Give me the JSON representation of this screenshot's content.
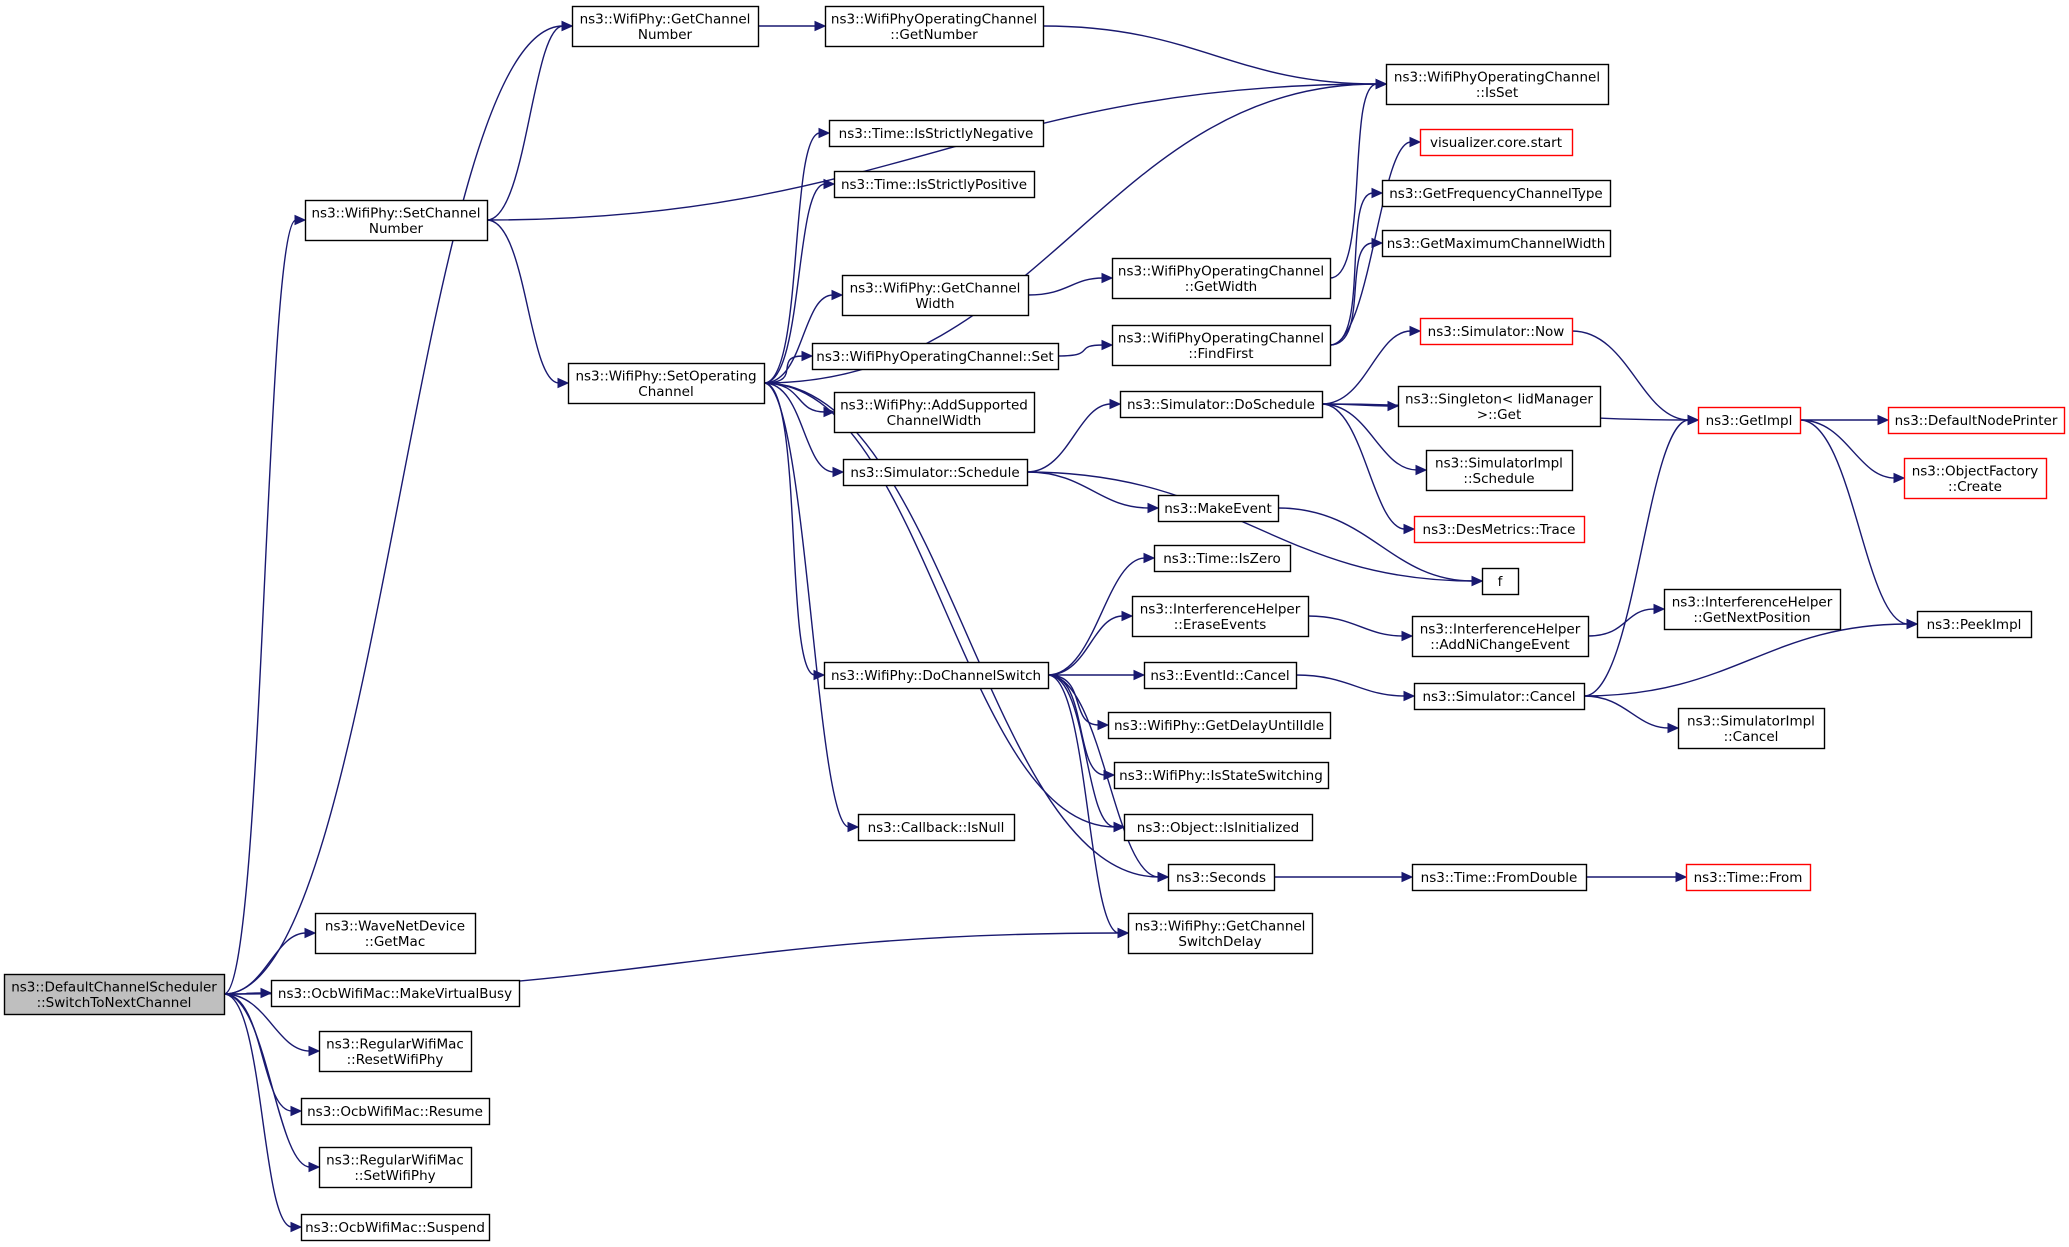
{
  "title": "",
  "colors": {
    "edge": "#191970",
    "node_border": "#000000",
    "truncated_border": "#ff0000",
    "root_fill": "#bfbfbf",
    "node_fill": "#ffffff"
  },
  "nodes": [
    {
      "id": "root",
      "lines": [
        "ns3::DefaultChannelScheduler",
        "::SwitchToNextChannel"
      ],
      "style": "root"
    },
    {
      "id": "getChannelNumber",
      "lines": [
        "ns3::WifiPhy::GetChannel",
        "Number"
      ]
    },
    {
      "id": "opGetNumber",
      "lines": [
        "ns3::WifiPhyOperatingChannel",
        "::GetNumber"
      ]
    },
    {
      "id": "opIsSet",
      "lines": [
        "ns3::WifiPhyOperatingChannel",
        "::IsSet"
      ]
    },
    {
      "id": "setChannelNumber",
      "lines": [
        "ns3::WifiPhy::SetChannel",
        "Number"
      ]
    },
    {
      "id": "isStrictlyNegative",
      "lines": [
        "ns3::Time::IsStrictlyNegative"
      ]
    },
    {
      "id": "isStrictlyPositive",
      "lines": [
        "ns3::Time::IsStrictlyPositive"
      ]
    },
    {
      "id": "visualizer",
      "lines": [
        "visualizer.core.start"
      ],
      "style": "truncated"
    },
    {
      "id": "getFreqType",
      "lines": [
        "ns3::GetFrequencyChannelType"
      ]
    },
    {
      "id": "getMaxWidth",
      "lines": [
        "ns3::GetMaximumChannelWidth"
      ]
    },
    {
      "id": "getChannelWidth",
      "lines": [
        "ns3::WifiPhy::GetChannel",
        "Width"
      ]
    },
    {
      "id": "opGetWidth",
      "lines": [
        "ns3::WifiPhyOperatingChannel",
        "::GetWidth"
      ]
    },
    {
      "id": "simNow",
      "lines": [
        "ns3::Simulator::Now"
      ],
      "style": "truncated"
    },
    {
      "id": "setOperatingChannel",
      "lines": [
        "ns3::WifiPhy::SetOperating",
        "Channel"
      ]
    },
    {
      "id": "opSet",
      "lines": [
        "ns3::WifiPhyOperatingChannel::Set"
      ]
    },
    {
      "id": "opFindFirst",
      "lines": [
        "ns3::WifiPhyOperatingChannel",
        "::FindFirst"
      ]
    },
    {
      "id": "getImpl",
      "lines": [
        "ns3::GetImpl"
      ],
      "style": "truncated"
    },
    {
      "id": "defaultNodePrinter",
      "lines": [
        "ns3::DefaultNodePrinter"
      ],
      "style": "truncated"
    },
    {
      "id": "addSupportedWidth",
      "lines": [
        "ns3::WifiPhy::AddSupported",
        "ChannelWidth"
      ]
    },
    {
      "id": "doSchedule",
      "lines": [
        "ns3::Simulator::DoSchedule"
      ]
    },
    {
      "id": "singletonGet",
      "lines": [
        "ns3::Singleton< IidManager",
        ">::Get"
      ]
    },
    {
      "id": "objectFactoryCreate",
      "lines": [
        "ns3::ObjectFactory",
        "::Create"
      ],
      "style": "truncated"
    },
    {
      "id": "simSchedule",
      "lines": [
        "ns3::Simulator::Schedule"
      ]
    },
    {
      "id": "makeEvent",
      "lines": [
        "ns3::MakeEvent"
      ]
    },
    {
      "id": "simImplSchedule",
      "lines": [
        "ns3::SimulatorImpl",
        "::Schedule"
      ]
    },
    {
      "id": "desMetricsTrace",
      "lines": [
        "ns3::DesMetrics::Trace"
      ],
      "style": "truncated"
    },
    {
      "id": "isZero",
      "lines": [
        "ns3::Time::IsZero"
      ]
    },
    {
      "id": "f",
      "lines": [
        "f"
      ]
    },
    {
      "id": "eraseEvents",
      "lines": [
        "ns3::InterferenceHelper",
        "::EraseEvents"
      ]
    },
    {
      "id": "addNiChange",
      "lines": [
        "ns3::InterferenceHelper",
        "::AddNiChangeEvent"
      ]
    },
    {
      "id": "getNextPos",
      "lines": [
        "ns3::InterferenceHelper",
        "::GetNextPosition"
      ]
    },
    {
      "id": "peekImpl",
      "lines": [
        "ns3::PeekImpl"
      ]
    },
    {
      "id": "doChannelSwitch",
      "lines": [
        "ns3::WifiPhy::DoChannelSwitch"
      ]
    },
    {
      "id": "eventCancel",
      "lines": [
        "ns3::EventId::Cancel"
      ]
    },
    {
      "id": "simCancel",
      "lines": [
        "ns3::Simulator::Cancel"
      ]
    },
    {
      "id": "simImplCancel",
      "lines": [
        "ns3::SimulatorImpl",
        "::Cancel"
      ]
    },
    {
      "id": "getDelayIdle",
      "lines": [
        "ns3::WifiPhy::GetDelayUntilIdle"
      ]
    },
    {
      "id": "isStateSwitching",
      "lines": [
        "ns3::WifiPhy::IsStateSwitching"
      ]
    },
    {
      "id": "callbackIsNull",
      "lines": [
        "ns3::Callback::IsNull"
      ]
    },
    {
      "id": "isInitialized",
      "lines": [
        "ns3::Object::IsInitialized"
      ]
    },
    {
      "id": "seconds",
      "lines": [
        "ns3::Seconds"
      ]
    },
    {
      "id": "fromDouble",
      "lines": [
        "ns3::Time::FromDouble"
      ]
    },
    {
      "id": "timeFrom",
      "lines": [
        "ns3::Time::From"
      ],
      "style": "truncated"
    },
    {
      "id": "getSwitchDelay",
      "lines": [
        "ns3::WifiPhy::GetChannel",
        "SwitchDelay"
      ]
    },
    {
      "id": "waveGetMac",
      "lines": [
        "ns3::WaveNetDevice",
        "::GetMac"
      ]
    },
    {
      "id": "makeVirtualBusy",
      "lines": [
        "ns3::OcbWifiMac::MakeVirtualBusy"
      ]
    },
    {
      "id": "resetWifiPhy",
      "lines": [
        "ns3::RegularWifiMac",
        "::ResetWifiPhy"
      ]
    },
    {
      "id": "ocbResume",
      "lines": [
        "ns3::OcbWifiMac::Resume"
      ]
    },
    {
      "id": "setWifiPhy",
      "lines": [
        "ns3::RegularWifiMac",
        "::SetWifiPhy"
      ]
    },
    {
      "id": "ocbSuspend",
      "lines": [
        "ns3::OcbWifiMac::Suspend"
      ]
    }
  ],
  "edges": [
    {
      "from": "root",
      "to": "getChannelNumber"
    },
    {
      "from": "root",
      "to": "setChannelNumber"
    },
    {
      "from": "root",
      "to": "getSwitchDelay"
    },
    {
      "from": "root",
      "to": "waveGetMac"
    },
    {
      "from": "root",
      "to": "makeVirtualBusy"
    },
    {
      "from": "root",
      "to": "resetWifiPhy"
    },
    {
      "from": "root",
      "to": "ocbResume"
    },
    {
      "from": "root",
      "to": "setWifiPhy"
    },
    {
      "from": "root",
      "to": "ocbSuspend"
    },
    {
      "from": "getChannelNumber",
      "to": "opGetNumber"
    },
    {
      "from": "opGetNumber",
      "to": "opIsSet"
    },
    {
      "from": "setChannelNumber",
      "to": "getChannelNumber"
    },
    {
      "from": "setChannelNumber",
      "to": "opIsSet"
    },
    {
      "from": "setChannelNumber",
      "to": "setOperatingChannel"
    },
    {
      "from": "setOperatingChannel",
      "to": "isStrictlyNegative"
    },
    {
      "from": "setOperatingChannel",
      "to": "isStrictlyPositive"
    },
    {
      "from": "setOperatingChannel",
      "to": "opIsSet"
    },
    {
      "from": "setOperatingChannel",
      "to": "getChannelWidth"
    },
    {
      "from": "setOperatingChannel",
      "to": "opSet"
    },
    {
      "from": "setOperatingChannel",
      "to": "addSupportedWidth"
    },
    {
      "from": "setOperatingChannel",
      "to": "simSchedule"
    },
    {
      "from": "setOperatingChannel",
      "to": "doChannelSwitch"
    },
    {
      "from": "setOperatingChannel",
      "to": "callbackIsNull"
    },
    {
      "from": "setOperatingChannel",
      "to": "isInitialized"
    },
    {
      "from": "setOperatingChannel",
      "to": "seconds"
    },
    {
      "from": "getChannelWidth",
      "to": "opGetWidth"
    },
    {
      "from": "opGetWidth",
      "to": "opIsSet"
    },
    {
      "from": "opSet",
      "to": "opFindFirst"
    },
    {
      "from": "opFindFirst",
      "to": "visualizer"
    },
    {
      "from": "opFindFirst",
      "to": "getFreqType"
    },
    {
      "from": "opFindFirst",
      "to": "getMaxWidth"
    },
    {
      "from": "simSchedule",
      "to": "doSchedule"
    },
    {
      "from": "simSchedule",
      "to": "makeEvent"
    },
    {
      "from": "simSchedule",
      "to": "f"
    },
    {
      "from": "makeEvent",
      "to": "f"
    },
    {
      "from": "doSchedule",
      "to": "simNow"
    },
    {
      "from": "doSchedule",
      "to": "getImpl"
    },
    {
      "from": "doSchedule",
      "to": "singletonGet"
    },
    {
      "from": "doSchedule",
      "to": "simImplSchedule"
    },
    {
      "from": "doSchedule",
      "to": "desMetricsTrace"
    },
    {
      "from": "simNow",
      "to": "getImpl"
    },
    {
      "from": "getImpl",
      "to": "defaultNodePrinter"
    },
    {
      "from": "getImpl",
      "to": "objectFactoryCreate"
    },
    {
      "from": "getImpl",
      "to": "peekImpl"
    },
    {
      "from": "doChannelSwitch",
      "to": "isZero"
    },
    {
      "from": "doChannelSwitch",
      "to": "eraseEvents"
    },
    {
      "from": "doChannelSwitch",
      "to": "eventCancel"
    },
    {
      "from": "doChannelSwitch",
      "to": "getDelayIdle"
    },
    {
      "from": "doChannelSwitch",
      "to": "isStateSwitching"
    },
    {
      "from": "doChannelSwitch",
      "to": "isInitialized"
    },
    {
      "from": "doChannelSwitch",
      "to": "seconds"
    },
    {
      "from": "doChannelSwitch",
      "to": "getSwitchDelay"
    },
    {
      "from": "eraseEvents",
      "to": "addNiChange"
    },
    {
      "from": "addNiChange",
      "to": "getNextPos"
    },
    {
      "from": "eventCancel",
      "to": "simCancel"
    },
    {
      "from": "simCancel",
      "to": "getImpl"
    },
    {
      "from": "simCancel",
      "to": "peekImpl"
    },
    {
      "from": "simCancel",
      "to": "simImplCancel"
    },
    {
      "from": "seconds",
      "to": "fromDouble"
    },
    {
      "from": "fromDouble",
      "to": "timeFrom"
    }
  ]
}
